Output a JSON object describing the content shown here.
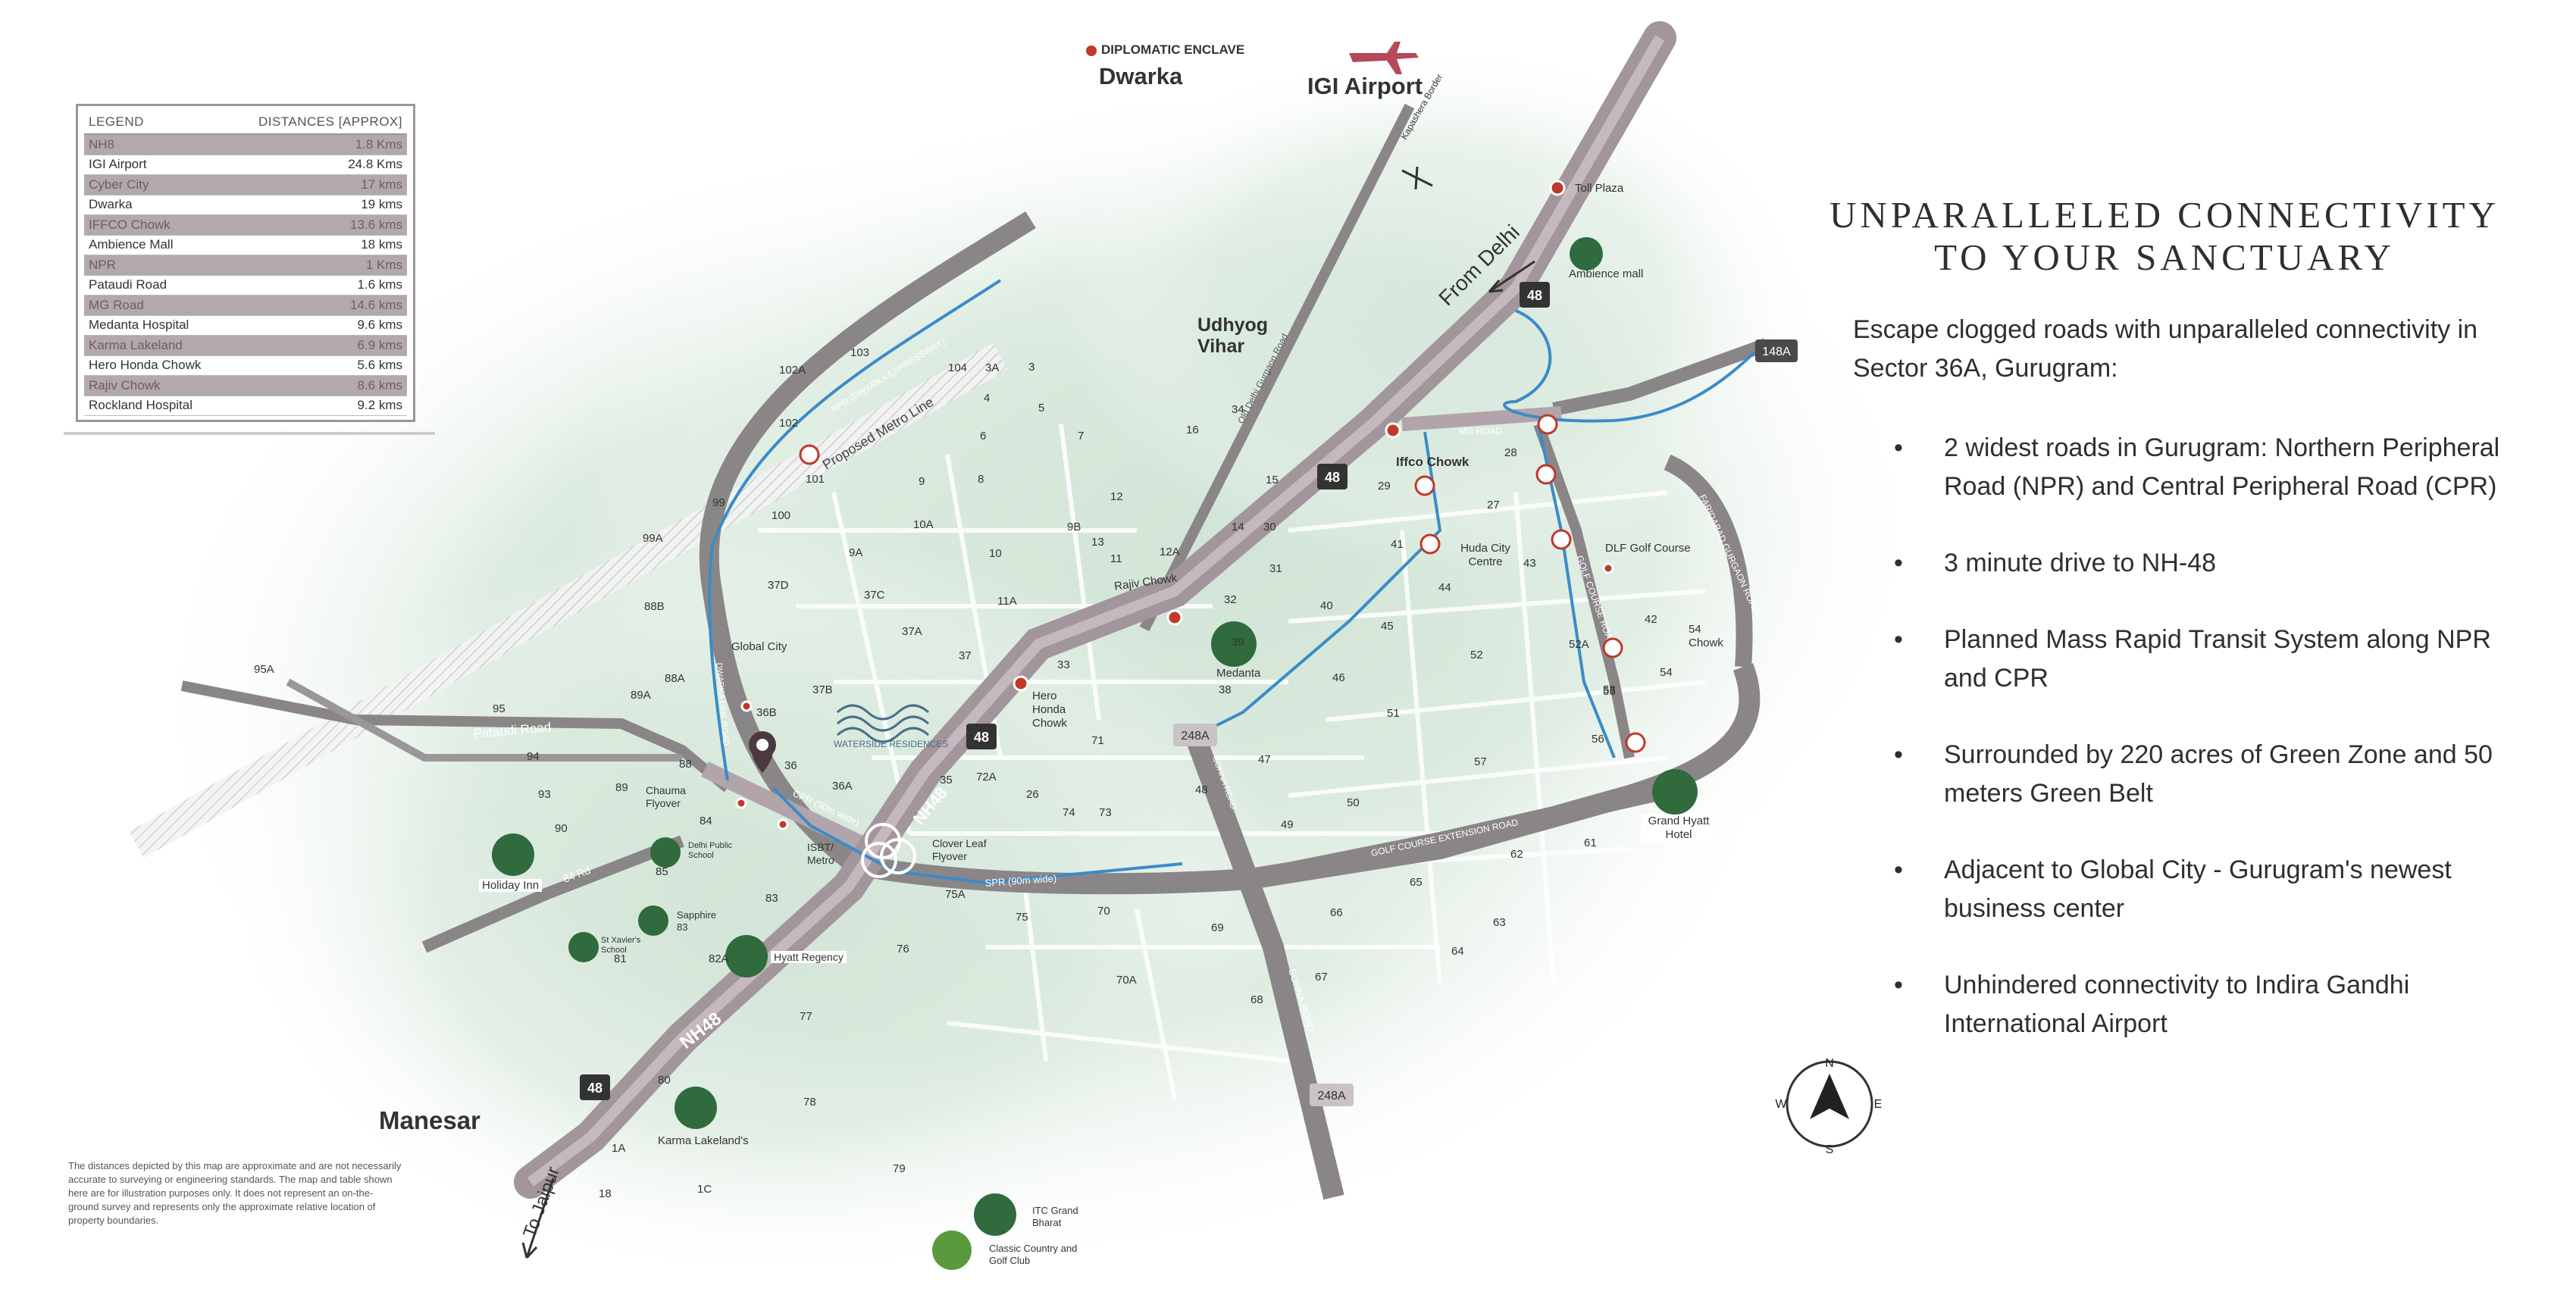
{
  "legend": {
    "header_left": "LEGEND",
    "header_right": "DISTANCES [APPROX]",
    "rows": [
      {
        "name": "NH8",
        "distance": "1.8 Kms",
        "shaded": true
      },
      {
        "name": "IGI Airport",
        "distance": "24.8 Kms",
        "shaded": false
      },
      {
        "name": "Cyber City",
        "distance": "17 kms",
        "shaded": true
      },
      {
        "name": "Dwarka",
        "distance": "19 kms",
        "shaded": false
      },
      {
        "name": "IFFCO Chowk",
        "distance": "13.6 kms",
        "shaded": true
      },
      {
        "name": "Ambience Mall",
        "distance": "18 kms",
        "shaded": false
      },
      {
        "name": "NPR",
        "distance": "1 Kms",
        "shaded": true
      },
      {
        "name": "Pataudi Road",
        "distance": "1.6 kms",
        "shaded": false
      },
      {
        "name": "MG Road",
        "distance": "14.6 kms",
        "shaded": true
      },
      {
        "name": "Medanta Hospital",
        "distance": "9.6 kms",
        "shaded": false
      },
      {
        "name": "Karma Lakeland",
        "distance": "6.9 kms",
        "shaded": true
      },
      {
        "name": "Hero Honda Chowk",
        "distance": "5.6 kms",
        "shaded": false
      },
      {
        "name": "Rajiv Chowk",
        "distance": "8.6 kms",
        "shaded": true
      },
      {
        "name": "Rockland Hospital",
        "distance": "9.2 kms",
        "shaded": false
      }
    ]
  },
  "heading": {
    "line1": "UNPARALLELED CONNECTIVITY",
    "line2": "TO YOUR SANCTUARY"
  },
  "intro": "Escape clogged roads with unparalleled connectivity in Sector 36A, Gurugram:",
  "bullets": [
    "2 widest roads in Gurugram: Northern Peripheral Road (NPR) and Central Peripheral Road (CPR)",
    "3 minute drive to NH-48",
    "Planned Mass Rapid Transit System along NPR and CPR",
    "Surrounded by 220 acres of Green Zone and 50 meters Green Belt",
    "Adjacent to Global City - Gurugram's newest business center",
    "Unhindered connectivity to Indira Gandhi International Airport"
  ],
  "bullet_symbol": "•",
  "disclaimer": "The distances depicted by this map are approximate and are not necessarily accurate to surveying or engineering standards. The map and table shown here are for illustration purposes only. It does not represent an on-the-ground survey and represents only the approximate relative location of property boundaries.",
  "places": {
    "dwarka": "Dwarka",
    "diplomatic_enclave": "DIPLOMATIC ENCLAVE",
    "igi_airport": "IGI Airport",
    "kapashera_border": "Kapashera Border",
    "toll_plaza": "Toll Plaza",
    "ambience_mall": "Ambience mall",
    "from_delhi": "From Delhi",
    "udhyog_vihar": "Udhyog Vihar",
    "old_delhi_gurgaon_road": "Old Delhi Gurgaon Road",
    "manesar": "Manesar",
    "to_jaipur": "To Jaipur",
    "global_city": "Global City",
    "waterside": "WATERSIDE RESIDENCES",
    "iffco_chowk": "Iffco Chowk",
    "huda_city_centre": "Huda City Centre",
    "dlf_golf_course": "DLF Golf Course",
    "rajiv_chowk": "Rajiv Chowk",
    "hero_honda_chowk": "Hero Honda Chowk",
    "medanta": "Medanta",
    "clover_leaf": "Clover Leaf Flyover",
    "isbt_metro": "ISBT/ Metro",
    "grand_hyatt": "Grand Hyatt Hotel",
    "holiday_inn": "Holiday Inn",
    "delhi_public_school": "Delhi Public School",
    "sapphire": "Sapphire 83",
    "st_xaviers": "St Xavier's School",
    "hyatt_regency": "Hyatt Regency",
    "karma_lakelands": "Karma Lakeland's",
    "itc_grand": "ITC Grand Bharat",
    "classic_country": "Classic Country and Golf Club",
    "chauma_flyover": "Chauma Flyover",
    "chowk_54": "54 Chowk",
    "mg_road": "MG ROAD",
    "golf_course_road": "GOLF COURSE ROAD",
    "golf_course_ext_road": "GOLF COURSE EXTENSION ROAD",
    "gurgaon_faridabad_road": "FARIDABAD GURGAON ROAD",
    "sohna_road": "SOHNA ROAD",
    "pataudi_road": "Pataudi Road",
    "cpr": "CPR (90m wide)",
    "spr": "SPR (90m wide)",
    "npr": "NPR (DWARKA EXPRESSWAY)",
    "proposed_metro": "Proposed Metro Line",
    "road_nh48": "NH48",
    "shield_48": "48",
    "shield_148a": "148A",
    "shield_248a": "248A",
    "dwarka_link": "DWARKA LINK ROAD",
    "sohna_link": "SOHNA ROAD",
    "rd_84": "84 Rd"
  },
  "compass": {
    "n": "N",
    "s": "S",
    "e": "E",
    "w": "W"
  },
  "sectors": [
    "103",
    "102A",
    "102",
    "101",
    "100",
    "99",
    "99A",
    "95A",
    "95",
    "88B",
    "89A",
    "88A",
    "37D",
    "37C",
    "37A",
    "37B",
    "37",
    "36B",
    "36",
    "36A",
    "94",
    "93",
    "89",
    "88",
    "90",
    "84",
    "85",
    "83",
    "81",
    "82A",
    "75A",
    "76",
    "77",
    "75",
    "70",
    "70A",
    "69",
    "68",
    "67",
    "66",
    "65",
    "64",
    "63",
    "62",
    "61",
    "57",
    "56",
    "55",
    "54",
    "53",
    "52",
    "52A",
    "51",
    "50",
    "49",
    "48",
    "47",
    "46",
    "45",
    "44",
    "43",
    "42",
    "41",
    "40",
    "39",
    "38",
    "33",
    "32",
    "31",
    "30",
    "29",
    "28",
    "27",
    "26",
    "74",
    "73",
    "71",
    "72A",
    "35",
    "34",
    "14",
    "15",
    "16",
    "13",
    "12",
    "12A",
    "11",
    "11A",
    "10",
    "10A",
    "9",
    "9A",
    "9B",
    "8",
    "7",
    "6",
    "5",
    "4",
    "3",
    "3A",
    "104",
    "18",
    "1A",
    "1C",
    "79",
    "78",
    "80"
  ]
}
